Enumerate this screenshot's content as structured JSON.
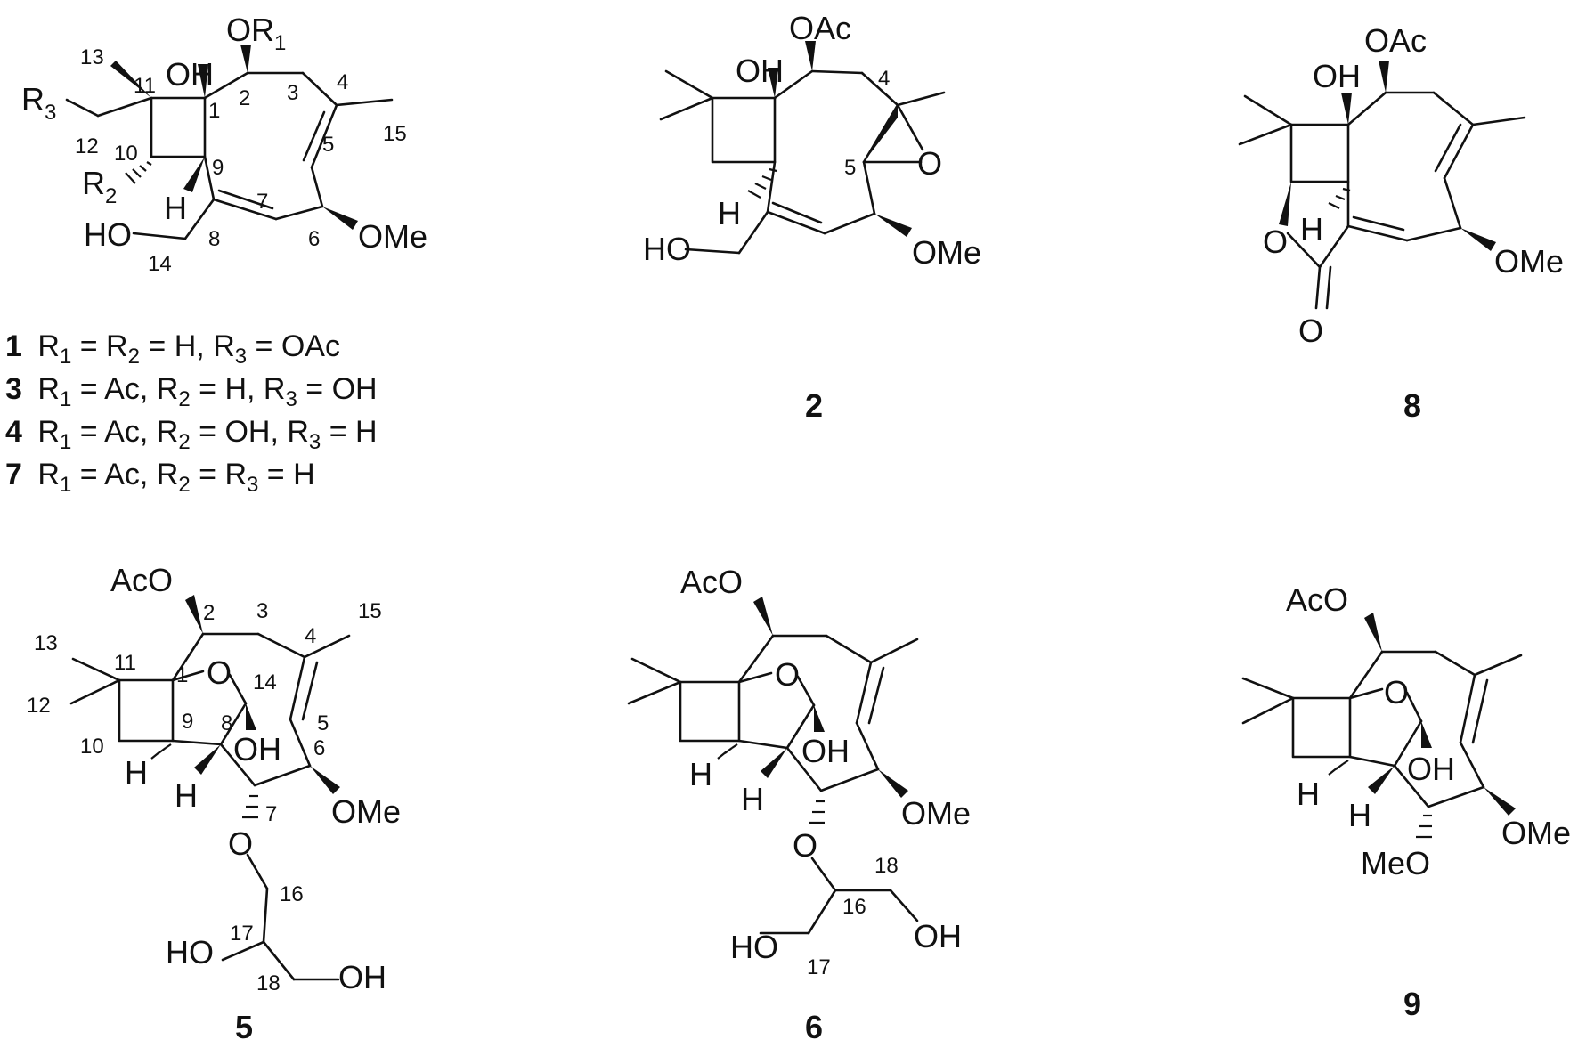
{
  "compounds": {
    "c1": {
      "id": "1",
      "labels": {
        "oh": "OH",
        "or1": "OR",
        "or1_sub": "1",
        "r3": "R",
        "r3_sub": "3",
        "r2": "R",
        "r2_sub": "2",
        "h": "H",
        "ho": "HO",
        "ome": "OMe"
      },
      "numbers": [
        "13",
        "11",
        "1",
        "2",
        "3",
        "4",
        "15",
        "12",
        "10",
        "9",
        "5",
        "7",
        "8",
        "6",
        "14"
      ]
    },
    "c2": {
      "id": "2",
      "labels": {
        "oac": "OAc",
        "oh": "OH",
        "num4": "4",
        "num5": "5",
        "o": "O",
        "h": "H",
        "ho": "HO",
        "ome": "OMe"
      }
    },
    "c8": {
      "id": "8",
      "labels": {
        "oac": "OAc",
        "oh": "OH",
        "o_ring": "O",
        "h": "H",
        "o_carbonyl": "O",
        "ome": "OMe"
      }
    },
    "c5": {
      "id": "5",
      "labels": {
        "aco": "AcO",
        "o": "O",
        "oh": "OH",
        "h1": "H",
        "h2": "H",
        "ome": "OMe",
        "o_ether": "O",
        "ho": "HO",
        "oh2": "OH"
      },
      "numbers": [
        "2",
        "3",
        "15",
        "4",
        "13",
        "11",
        "1",
        "14",
        "12",
        "9",
        "8",
        "5",
        "10",
        "6",
        "7",
        "16",
        "17",
        "18"
      ]
    },
    "c6": {
      "id": "6",
      "labels": {
        "aco": "AcO",
        "o": "O",
        "oh": "OH",
        "h1": "H",
        "h2": "H",
        "ome": "OMe",
        "o_ether": "O",
        "oh2": "OH",
        "ho": "HO"
      },
      "numbers": [
        "18",
        "16",
        "17"
      ]
    },
    "c9": {
      "id": "9",
      "labels": {
        "aco": "AcO",
        "o": "O",
        "oh": "OH",
        "h1": "H",
        "h2": "H",
        "ome": "OMe",
        "meo": "MeO"
      }
    }
  },
  "legend": [
    {
      "id": "1",
      "r1": "H",
      "r2": "H",
      "r3": "OAc",
      "text": "R1 = R2 = H, R3 = OAc"
    },
    {
      "id": "3",
      "r1": "Ac",
      "r2": "H",
      "r3": "OH",
      "text": "R1 = Ac, R2 = H, R3 = OH"
    },
    {
      "id": "4",
      "r1": "Ac",
      "r2": "OH",
      "r3": "H",
      "text": "R1 = Ac, R2 = OH, R3 = H"
    },
    {
      "id": "7",
      "r1": "Ac",
      "r2": "H",
      "r3": "H",
      "text": "R1 = Ac, R2 = R3 = H"
    }
  ],
  "legend_parts": {
    "r": "R",
    "eq": " = ",
    "comma": ", ",
    "sub1": "1",
    "sub2": "2",
    "sub3": "3"
  }
}
